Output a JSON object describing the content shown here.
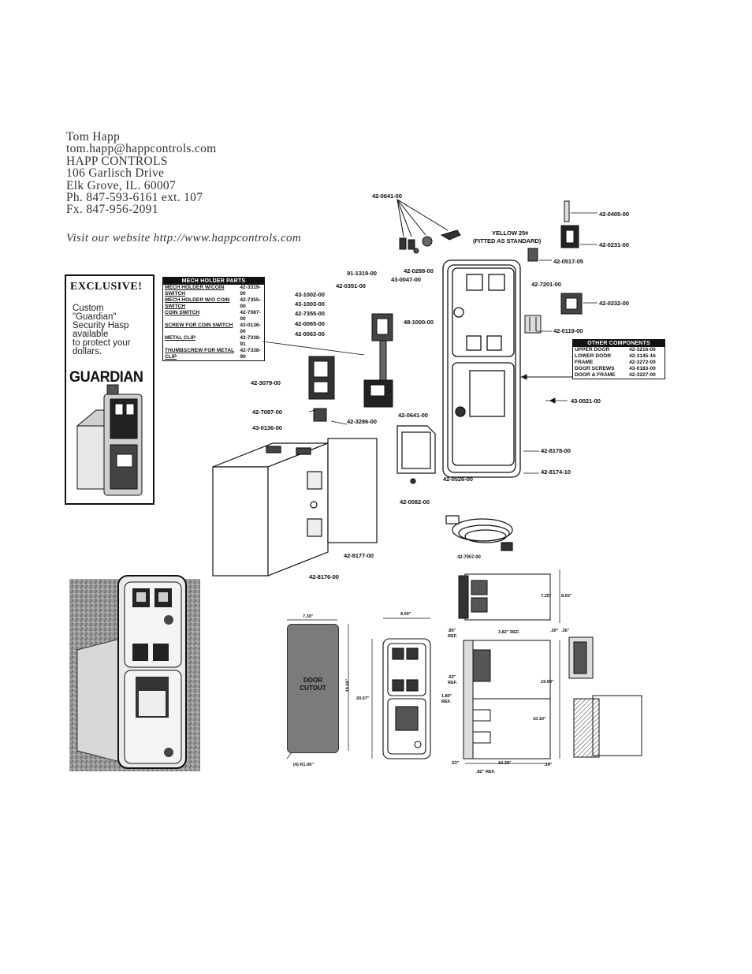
{
  "contact": {
    "lines": [
      "Tom Happ",
      "tom.happ@happcontrols.com",
      "HAPP CONTROLS",
      "106 Garlisch Drive",
      "Elk Grove, IL.  60007",
      "Ph. 847-593-6161 ext. 107",
      "Fx. 847-956-2091"
    ],
    "website": "Visit our website http://www.happcontrols.com"
  },
  "exclusive": {
    "title": "EXCLUSIVE!",
    "text_lines": [
      "Custom",
      "\"Guardian\"",
      "Security Hasp",
      "available",
      "to protect your",
      "dollars."
    ],
    "brand": "GUARDIAN"
  },
  "mech_holder": {
    "header": "MECH HOLDER PARTS",
    "rows": [
      {
        "name": "MECH HOLDER W/COIN SWITCH",
        "part": "42-3319-00"
      },
      {
        "name": "MECH HOLDER W/O COIN SWITCH",
        "part": "42-7355-00"
      },
      {
        "name": "COIN SWITCH",
        "part": "42-7087-00"
      },
      {
        "name": "SCREW FOR COIN SWITCH",
        "part": "43-0136-00"
      },
      {
        "name": "METAL CLIP",
        "part": "42-7338-91"
      },
      {
        "name": "THUMBSCREW FOR METAL CLIP",
        "part": "42-7338-90"
      }
    ]
  },
  "other_components": {
    "header": "OTHER COMPONENTS",
    "rows": [
      {
        "name": "UPPER DOOR",
        "part": "42-3216-00"
      },
      {
        "name": "LOWER DOOR",
        "part": "42-3145-16"
      },
      {
        "name": "FRAME",
        "part": "42-3272-00"
      },
      {
        "name": "DOOR SCREWS",
        "part": "43-0183-00"
      },
      {
        "name": "DOOR & FRAME",
        "part": "42-3227-00"
      }
    ]
  },
  "part_labels": {
    "p0641_top": "42-0641-00",
    "p0405": "42-0405-00",
    "yellow": "YELLOW 25¢",
    "fitted": "(FITTED AS STANDARD)",
    "p0231": "42-0231-00",
    "p0517": "42-0517-05",
    "p0288": "42-0288-00",
    "p0047": "43-0047-00",
    "p1319": "91-1319-00",
    "p0351": "42-0351-00",
    "p7201": "42-7201-00",
    "p0232": "42-0232-00",
    "p1002": "43-1002-00",
    "p1003": "43-1003-00",
    "p7355": "42-7355-00",
    "p48": "48-1000-00",
    "p0065": "42-0065-00",
    "p0063": "42-0063-00",
    "p0119": "42-0119-00",
    "p3079": "42-3079-00",
    "p0021": "43-0021-00",
    "p7087": "42-7087-00",
    "p3286": "42-3286-00",
    "p0136": "43-0136-00",
    "p0641_mid": "42-0641-00",
    "p8178": "42-8178-00",
    "p8174": "42-8174-10",
    "p0526": "42-0526-00",
    "p0082": "42-0082-00",
    "p7057": "42-7057-00",
    "p8177": "42-8177-00",
    "p8176": "42-8176-00"
  },
  "door_cutout": {
    "label_line1": "DOOR",
    "label_line2": "CUTOUT",
    "width": "7.30\"",
    "height": "19.60\"",
    "radius": "(4) R1.00\""
  },
  "front_view": {
    "width": "8.00\"",
    "height": "20.67\""
  },
  "side_dims": {
    "d725": "7.25\"",
    "d805": "8.05\"",
    "d30": ".30\"",
    "d36": ".36\"",
    "d85": ".85\"",
    "ref1": "REF.",
    "d382": "3.82\" REF.",
    "d1999": "19.99\"",
    "d62": ".62\"",
    "ref2": "REF.",
    "d180": "1.80\"",
    "ref3": "REF.",
    "d1010": "10.10\"",
    "d53": ".53\"",
    "d1039": "10.39\"",
    "d14": ".14\"",
    "d82": ".82\" REF."
  }
}
